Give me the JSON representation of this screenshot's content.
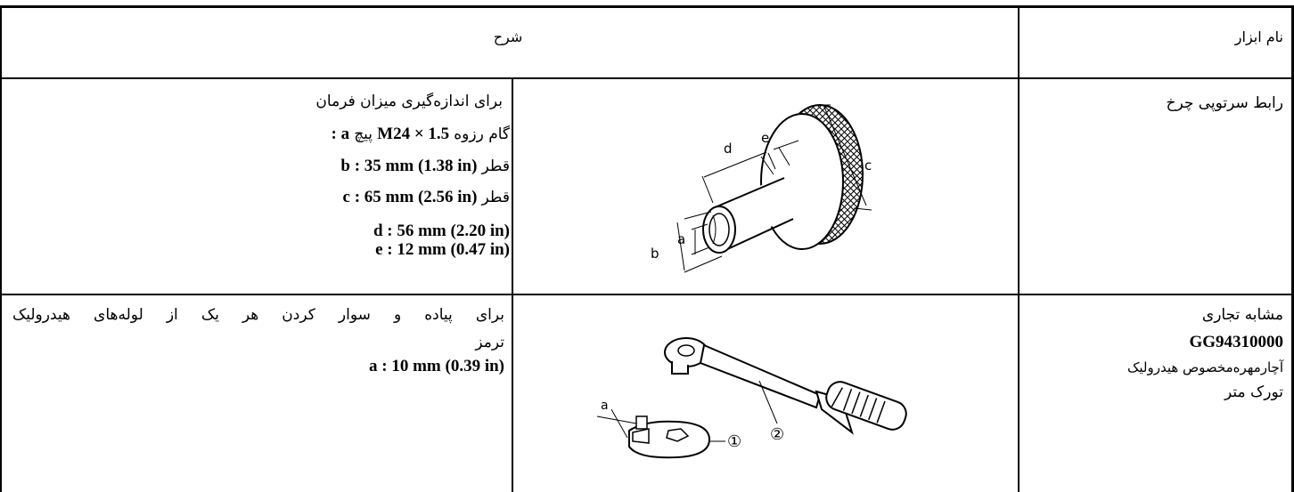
{
  "header": {
    "tool_name": "نام ابزار",
    "description": "شرح"
  },
  "rows": [
    {
      "tool_name": "رابط سرتوپی چرخ",
      "description": {
        "purpose": "برای اندازه‌گیری میزان فرمان",
        "a_fa": "گام رزوه",
        "a_thread": "M24 × 1.5",
        "a_fa2": "پیچ",
        "a_key": ": a",
        "b_fa": "قطر",
        "b_val": "b : 35 mm (1.38 in)",
        "c_fa": "قطر",
        "c_val": "c : 65 mm (2.56 in)",
        "d_val": "d : 56 mm (2.20 in)",
        "e_val": "e : 12 mm (0.47 in)"
      },
      "diagram_labels": {
        "a": "a",
        "b": "b",
        "c": "c",
        "d": "d",
        "e": "e"
      }
    },
    {
      "tool_name_line1": "مشابه تجاری",
      "tool_code": "GG94310000",
      "tool_name_line2": "آچارمهره‌مخصوص هیدرولیک",
      "tool_name_line3": "تورک متر",
      "description": {
        "line1": "برای پیاده و سوار کردن هر یک از لوله‌های هیدرولیک",
        "line2": "ترمز",
        "a_val": "a : 10 mm (0.39 in)"
      },
      "diagram_labels": {
        "a": "a",
        "one": "①",
        "two": "②"
      }
    }
  ]
}
